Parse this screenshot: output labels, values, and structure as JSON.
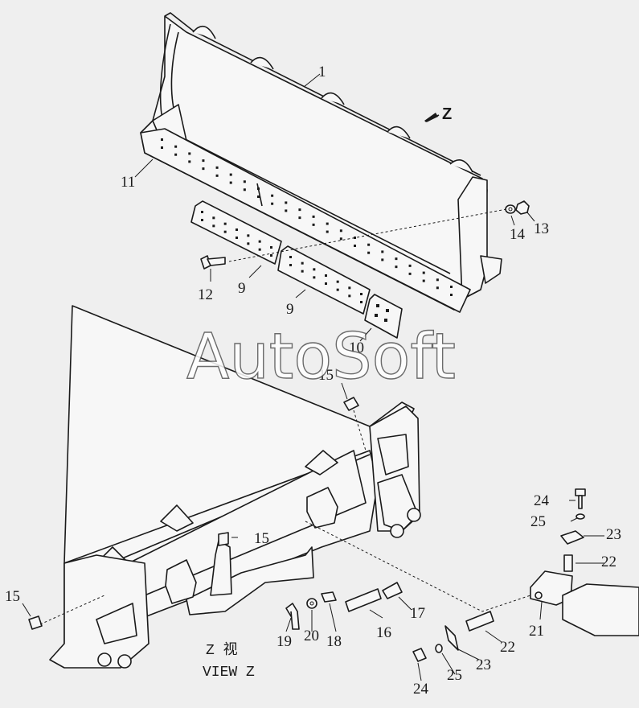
{
  "labels": {
    "l1": "1",
    "z": "Z",
    "l11": "11",
    "l14": "14",
    "l13": "13",
    "l12": "12",
    "l9a": "9",
    "l9b": "9",
    "l10": "10",
    "l15a": "15",
    "l15b": "15",
    "l15c": "15",
    "l24a": "24",
    "l25a": "25",
    "l23a": "23",
    "l22a": "22",
    "l21": "21",
    "l19": "19",
    "l20": "20",
    "l18": "18",
    "l16": "16",
    "l17": "17",
    "l22b": "22",
    "l23b": "23",
    "l25b": "25",
    "l24b": "24"
  },
  "caption": {
    "cn": "Z 视",
    "en": "VIEW Z"
  },
  "watermark": "AutoSoft"
}
